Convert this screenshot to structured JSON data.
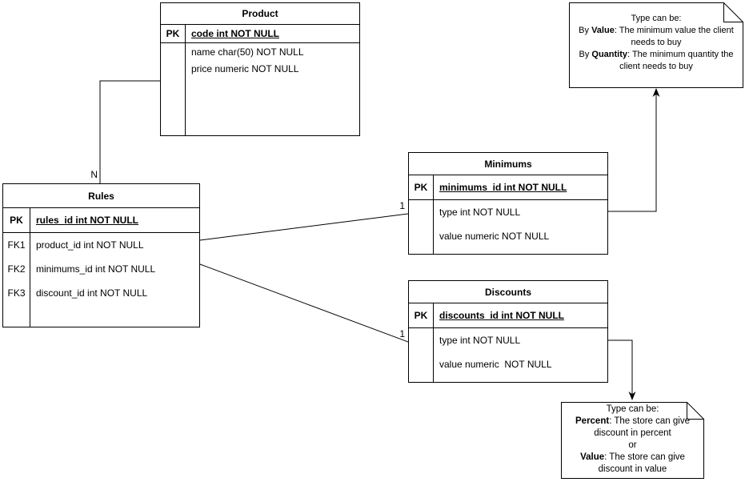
{
  "diagram": {
    "entities": {
      "product": {
        "title": "Product",
        "pk": {
          "key": "PK",
          "field": "code int NOT NULL"
        },
        "fields": [
          {
            "key": "",
            "field": "name char(50) NOT NULL"
          },
          {
            "key": "",
            "field": "price numeric NOT NULL"
          }
        ]
      },
      "rules": {
        "title": "Rules",
        "pk": {
          "key": "PK",
          "field": "rules_id int NOT NULL"
        },
        "fields": [
          {
            "key": "FK1",
            "field": "product_id int NOT NULL"
          },
          {
            "key": "FK2",
            "field": "minimums_id int NOT NULL"
          },
          {
            "key": "FK3",
            "field": "discount_id int NOT NULL"
          }
        ]
      },
      "minimums": {
        "title": "Minimums",
        "pk": {
          "key": "PK",
          "field": "minimums_id int NOT NULL"
        },
        "fields": [
          {
            "key": "",
            "field": "type int NOT NULL"
          },
          {
            "key": "",
            "field": "value numeric NOT NULL"
          }
        ]
      },
      "discounts": {
        "title": "Discounts",
        "pk": {
          "key": "PK",
          "field": "discounts_id int NOT NULL"
        },
        "fields": [
          {
            "key": "",
            "field": "type int NOT NULL"
          },
          {
            "key": "",
            "field": "value numeric  NOT NULL"
          }
        ]
      }
    },
    "connector_labels": {
      "product_to_rules": "N",
      "rules_to_minimums": "1",
      "rules_to_discounts": "1"
    },
    "notes": {
      "minimums_type": {
        "lines": [
          {
            "pre": "Type can be:",
            "bold": "",
            "rest": ""
          },
          {
            "pre": "By ",
            "bold": "Value",
            "rest": ": The minimum value the client"
          },
          {
            "pre": "needs to buy",
            "bold": "",
            "rest": ""
          },
          {
            "pre": "By ",
            "bold": "Quantity",
            "rest": ": The minimum quantity the"
          },
          {
            "pre": "client needs to buy",
            "bold": "",
            "rest": ""
          }
        ]
      },
      "discounts_type": {
        "lines": [
          {
            "pre": "Type can be:",
            "bold": "",
            "rest": ""
          },
          {
            "pre": "",
            "bold": "Percent",
            "rest": ": The store can give"
          },
          {
            "pre": "discount in percent",
            "bold": "",
            "rest": ""
          },
          {
            "pre": "or",
            "bold": "",
            "rest": ""
          },
          {
            "pre": "",
            "bold": "Value",
            "rest": ": The store can give"
          },
          {
            "pre": "discount in value",
            "bold": "",
            "rest": ""
          }
        ]
      }
    },
    "colors": {
      "stroke": "#000000",
      "fill": "#ffffff",
      "text": "#000000"
    }
  }
}
